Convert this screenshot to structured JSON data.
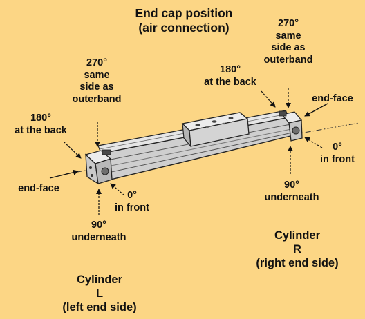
{
  "title": {
    "line1": "End cap position",
    "line2": "(air connection)"
  },
  "left_end": {
    "deg270": "270°",
    "deg270_a": "same",
    "deg270_b": "side as",
    "deg270_c": "outerband",
    "deg180": "180°",
    "deg180_sub": "at the back",
    "end_face": "end-face",
    "deg0": "0°",
    "deg0_sub": "in front",
    "deg90": "90°",
    "deg90_sub": "underneath"
  },
  "right_end": {
    "deg270": "270°",
    "deg270_a": "same",
    "deg270_b": "side as",
    "deg270_c": "outerband",
    "deg180": "180°",
    "deg180_sub": "at the back",
    "end_face": "end-face",
    "deg0": "0°",
    "deg0_sub": "in front",
    "deg90": "90°",
    "deg90_sub": "underneath"
  },
  "cylinder_r": {
    "line1": "Cylinder",
    "line2": "R",
    "line3": "(right end side)"
  },
  "cylinder_l": {
    "line1": "Cylinder",
    "line2": "L",
    "line3": "(left end side)"
  },
  "colors": {
    "background": "#fcd685",
    "body": "#d7d7d7",
    "body_dark": "#a9a9a9",
    "ink": "#111111"
  }
}
